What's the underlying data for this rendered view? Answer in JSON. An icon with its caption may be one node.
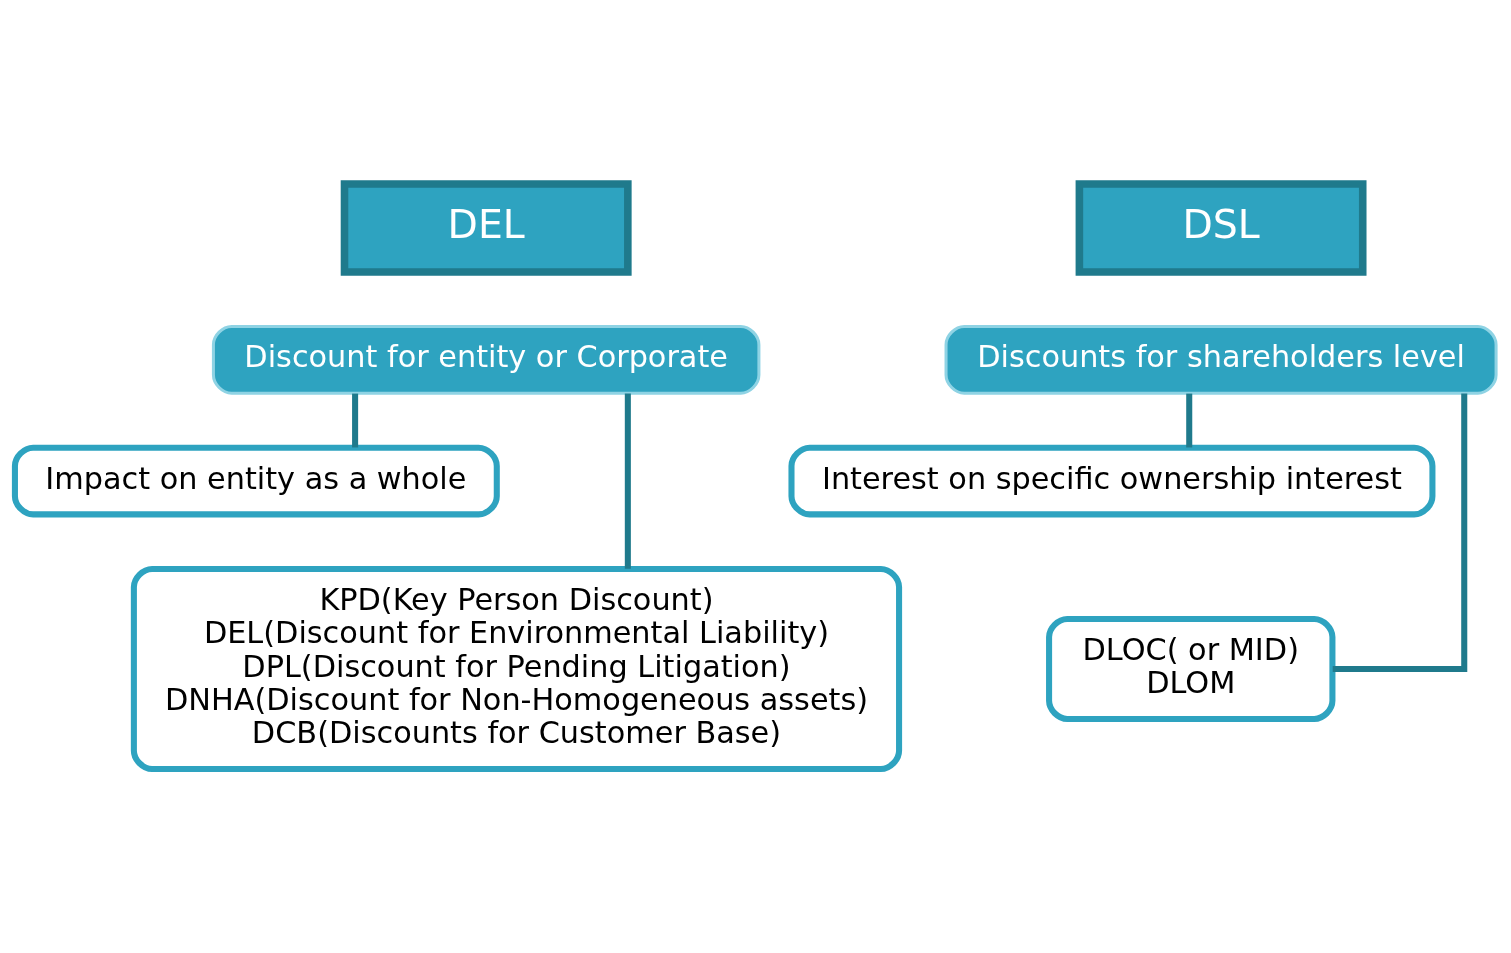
{
  "diagram": {
    "nodes": [
      {
        "text": [
          "DEL"
        ]
      },
      {
        "text": [
          "Discount for entity or Corporate"
        ]
      },
      {
        "text": [
          "Impact on entity as a whole"
        ]
      },
      {
        "text": [
          "KPD(Key Person Discount)",
          "DEL(Discount for Environmental Liability)",
          "DPL(Discount for Pending Litigation)",
          "DNHA(Discount for Non-Homogeneous assets)",
          "DCB(Discounts for Customer Base)"
        ]
      },
      {
        "text": [
          "DSL"
        ]
      },
      {
        "text": [
          "Discounts for shareholders level"
        ]
      },
      {
        "text": [
          "Interest on specific ownership interest"
        ]
      },
      {
        "text": [
          "DLOC( or MID)",
          "DLOM"
        ]
      }
    ],
    "edges": [
      {
        "from": 1,
        "to": 2,
        "arrow": "none"
      },
      {
        "from": 1,
        "to": 3,
        "arrow": "none"
      },
      {
        "from": 5,
        "to": 6,
        "arrow": "none"
      },
      {
        "from": 5,
        "to": 7,
        "arrow": "none"
      }
    ]
  }
}
